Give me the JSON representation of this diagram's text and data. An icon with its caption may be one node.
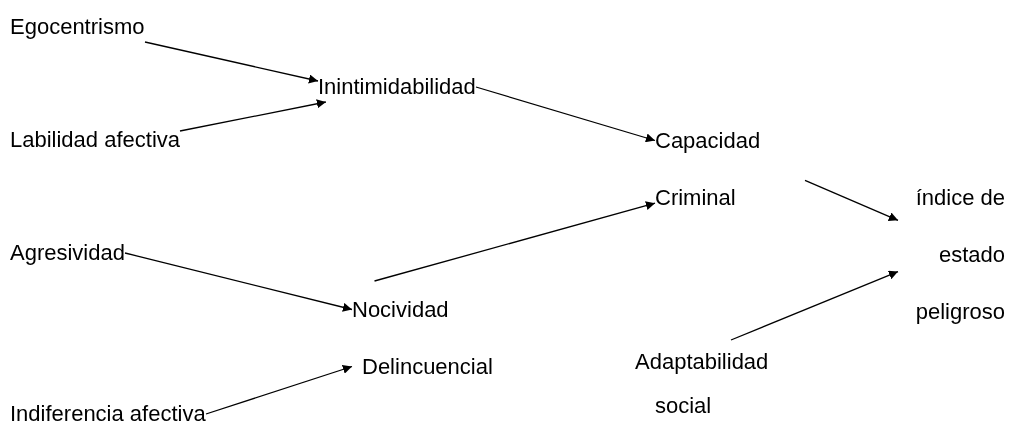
{
  "diagram": {
    "nodes": [
      {
        "text": [
          "Egocentrismo"
        ]
      },
      {
        "text": [
          "Inintimidabilidad"
        ]
      },
      {
        "text": [
          "Labilidad afectiva"
        ]
      },
      {
        "text": [
          "Capacidad Criminal"
        ]
      },
      {
        "text": [
          "índice de estado peligroso"
        ]
      },
      {
        "text": [
          "Agresividad"
        ]
      },
      {
        "text": [
          "Nocividad Delincuencial"
        ]
      },
      {
        "text": [
          "Adaptabilidad social"
        ]
      },
      {
        "text": [
          "Indiferencia afectiva"
        ]
      }
    ],
    "edges": [
      {
        "from": 0,
        "to": 1,
        "arrow": "to"
      },
      {
        "from": 2,
        "to": 1,
        "arrow": "to"
      },
      {
        "from": 1,
        "to": 3,
        "arrow": "to"
      },
      {
        "from": 5,
        "to": 6,
        "arrow": "to"
      },
      {
        "from": 8,
        "to": 6,
        "arrow": "to"
      },
      {
        "from": 6,
        "to": 3,
        "arrow": "to"
      },
      {
        "from": 3,
        "to": 4,
        "arrow": "to"
      },
      {
        "from": 7,
        "to": 4,
        "arrow": "to"
      }
    ]
  }
}
